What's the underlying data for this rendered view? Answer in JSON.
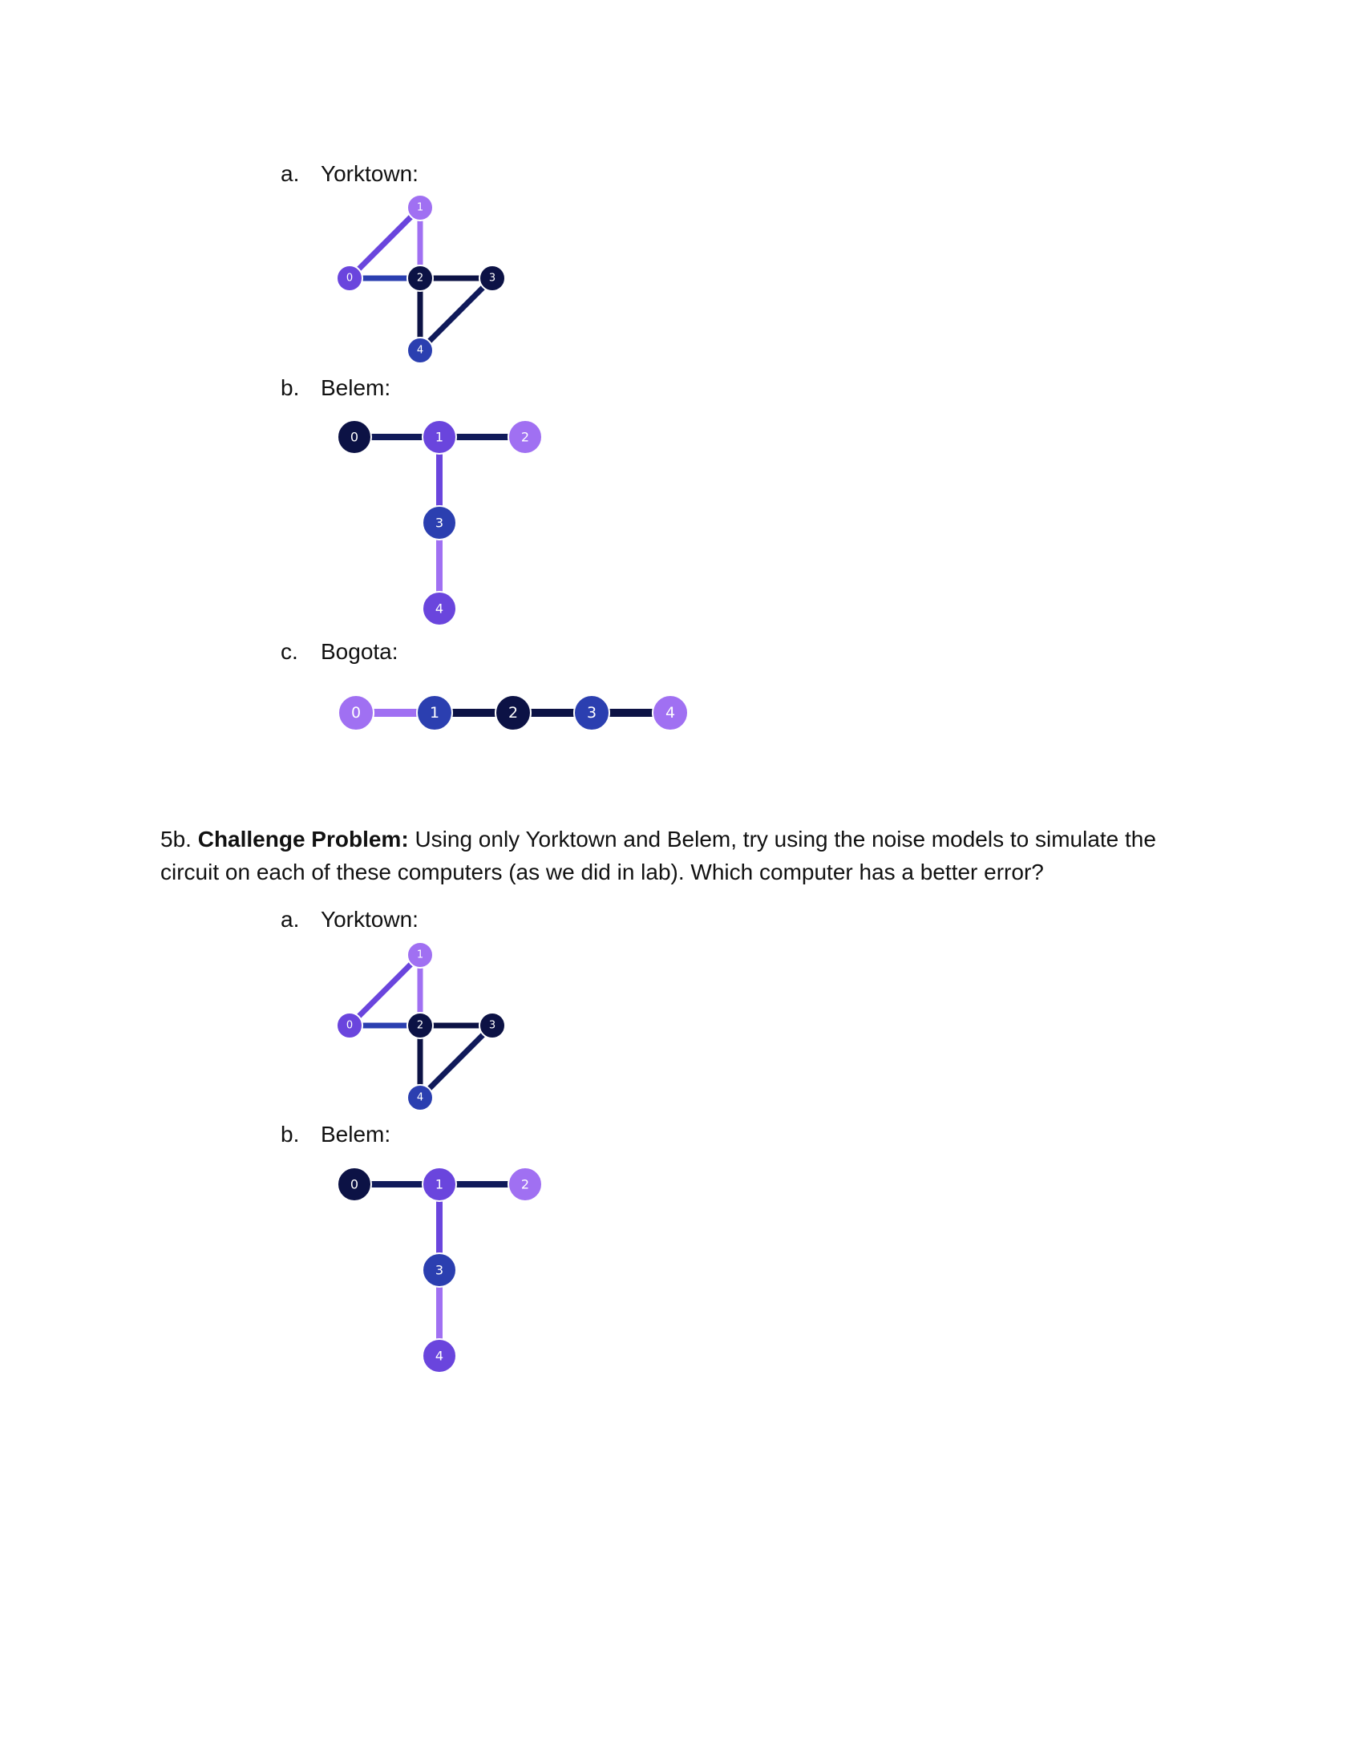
{
  "sections": [
    {
      "letter": "a.",
      "name": "Yorktown:"
    },
    {
      "letter": "b.",
      "name": "Belem:"
    },
    {
      "letter": "c.",
      "name": "Bogota:"
    }
  ],
  "challenge": {
    "number": "5b.",
    "bold": "Challenge Problem:",
    "text": "Using only Yorktown and Belem, try using the noise models to simulate the circuit on each of these computers (as we did in lab). Which computer has a better error?"
  },
  "challenge_sections": [
    {
      "letter": "a.",
      "name": "Yorktown:"
    },
    {
      "letter": "b.",
      "name": "Belem:"
    }
  ],
  "qubit_labels": [
    "0",
    "1",
    "2",
    "3",
    "4"
  ],
  "colors": {
    "light_purple": "#a070f2",
    "mid_purple": "#6a45dd",
    "blue": "#2b3fb0",
    "dark_navy": "#0c1245",
    "edge_navy": "#101a5a"
  }
}
